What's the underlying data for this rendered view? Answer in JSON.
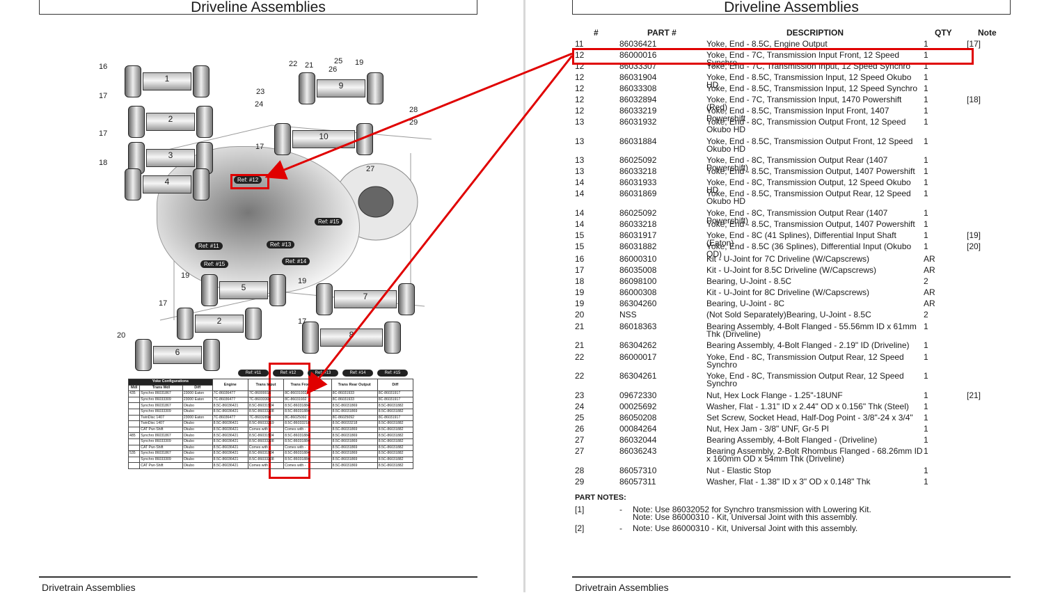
{
  "left_page": {
    "title": "Driveline Assemblies",
    "footer": "Drivetrain Assemblies",
    "diagram": {
      "shaft_numbers": [
        "1",
        "2",
        "3",
        "4",
        "9",
        "10",
        "5",
        "7",
        "2",
        "8",
        "6"
      ],
      "callouts": [
        "16",
        "17",
        "17",
        "18",
        "22",
        "21",
        "25",
        "26",
        "19",
        "23",
        "24",
        "28",
        "29",
        "17",
        "27",
        "19",
        "19",
        "17",
        "17",
        "20"
      ],
      "ref_tags": [
        "Ref: #12",
        "Ref: #15",
        "Ref: #11",
        "Ref: #13",
        "Ref: #15",
        "Ref: #14"
      ]
    },
    "yoke_table": {
      "ref_heads": [
        "Ref: #11",
        "Ref: #12",
        "Ref: #13",
        "Ref: #14",
        "Ref: #15"
      ],
      "config_title": "Yoke Configurations",
      "columns": [
        "Mdl",
        "Trans Mdl",
        "Diff",
        "Engine",
        "Trans Input",
        "Trans Front Output",
        "Trans Rear Output",
        "Diff"
      ],
      "rows": [
        [
          "435",
          "Synchro 86031867",
          "23000 Eaton",
          "7C-86036477",
          "7C-86000016",
          "8C-86031932",
          "8C-86031933",
          "8C-86031917"
        ],
        [
          "",
          "Synchro 86033309",
          "23000 Eaton",
          "7C-86036477",
          "7C-86033307",
          "8C-86031932",
          "8C-86031933",
          "8C-86031917"
        ],
        [
          "",
          "Synchro 86031867",
          "Okubo",
          "8.5C-86036421",
          "8.5C-86031904",
          "8.5C-86031884",
          "8.5C-86031869",
          "8.5C-86031882"
        ],
        [
          "",
          "Synchro 86033309",
          "Okubo",
          "8.5C-86036421",
          "8.5C-86033308",
          "8.5C-86031884",
          "8.5C-86031869",
          "8.5C-86031882"
        ],
        [
          "",
          "TwinDisc 1407",
          "23000 Eaton",
          "7C-86036477",
          "7C-86032894",
          "8C-86025092",
          "8C-86025092",
          "8C-86031917"
        ],
        [
          "",
          "TwinDisc 1407",
          "Okubo",
          "8.5C-86036421",
          "8.5C-86033219",
          "8.5C-86033218",
          "8.5C-86033218",
          "8.5C-86031882"
        ],
        [
          "",
          "CAT Pwr-Shift",
          "Okubo",
          "8.5C-86036421",
          "Comes with -",
          "Comes with -",
          "8.5C-86031869",
          "8.5C-86031882"
        ],
        [
          "485",
          "Synchro 86031867",
          "Okubo",
          "8.5C-86036421",
          "8.5C-86031904",
          "8.5C-86031884",
          "8.5C-86031869",
          "8.5C-86031882"
        ],
        [
          "",
          "Synchro 86033309",
          "Okubo",
          "8.5C-86036421",
          "8.5C-86033308",
          "8.5C-86031884",
          "8.5C-86031869",
          "8.5C-86031882"
        ],
        [
          "",
          "CAT Pwr-Shift",
          "Okubo",
          "8.5C-86036421",
          "Comes with -",
          "Comes with -",
          "8.5C-86031869",
          "8.5C-86031882"
        ],
        [
          "535",
          "Synchro 86031867",
          "Okubo",
          "8.5C-86036421",
          "8.5C-86031904",
          "8.5C-86031884",
          "8.5C-86031869",
          "8.5C-86031882"
        ],
        [
          "",
          "Synchro 86033309",
          "Okubo",
          "8.5C-86036421",
          "8.5C-86033308",
          "8.5C-86031884",
          "8.5C-86031869",
          "8.5C-86031882"
        ],
        [
          "",
          "CAT Pwr-Shift",
          "Okubo",
          "8.5C-86036421",
          "Comes with -",
          "Comes with -",
          "8.5C-86031869",
          "8.5C-86031882"
        ]
      ]
    }
  },
  "right_page": {
    "title": "Driveline Assemblies",
    "footer": "Drivetrain Assemblies",
    "headers": {
      "num": "#",
      "part": "PART #",
      "desc": "DESCRIPTION",
      "qty": "QTY",
      "note": "Note"
    },
    "rows": [
      {
        "num": "11",
        "part": "86036421",
        "desc": "Yoke, End - 8.5C, Engine Output",
        "qty": "1",
        "note": "[17]"
      },
      {
        "num": "12",
        "part": "86000016",
        "desc": "Yoke, End - 7C, Transmission Input Front, 12 Speed Synchro",
        "qty": "1",
        "note": ""
      },
      {
        "num": "12",
        "part": "86033307",
        "desc": "Yoke, End - 7C, Transmission Input, 12 Speed Synchro",
        "qty": "1",
        "note": ""
      },
      {
        "num": "12",
        "part": "86031904",
        "desc": "Yoke, End - 8.5C, Transmission Input, 12 Speed Okubo HD",
        "qty": "1",
        "note": ""
      },
      {
        "num": "12",
        "part": "86033308",
        "desc": "Yoke, End - 8.5C, Transmission Input, 12 Speed Synchro",
        "qty": "1",
        "note": ""
      },
      {
        "num": "12",
        "part": "86032894",
        "desc": "Yoke, End - 7C, Transmission Input, 1470 Powershift (Red)",
        "qty": "1",
        "note": "[18]"
      },
      {
        "num": "12",
        "part": "86033219",
        "desc": "Yoke, End - 8.5C, Transmission Input Front, 1407 Powershift",
        "qty": "1",
        "note": ""
      },
      {
        "num": "13",
        "part": "86031932",
        "desc": "Yoke, End - 8C, Transmission Output Front, 12 Speed Okubo HD",
        "qty": "1",
        "note": ""
      },
      {
        "num": "13",
        "part": "86031884",
        "desc": "Yoke, End - 8.5C, Transmission Output Front, 12 Speed Okubo HD",
        "qty": "1",
        "note": ""
      },
      {
        "num": "13",
        "part": "86025092",
        "desc": "Yoke, End - 8C, Transmission Output Rear (1407 Powershift)",
        "qty": "1",
        "note": ""
      },
      {
        "num": "13",
        "part": "86033218",
        "desc": "Yoke, End - 8.5C, Transmission Output, 1407 Powershift",
        "qty": "1",
        "note": ""
      },
      {
        "num": "14",
        "part": "86031933",
        "desc": "Yoke, End - 8C, Transmission Output, 12 Speed Okubo HD",
        "qty": "1",
        "note": ""
      },
      {
        "num": "14",
        "part": "86031869",
        "desc": "Yoke, End - 8.5C, Transmission Output Rear, 12 Speed Okubo HD",
        "qty": "1",
        "note": ""
      },
      {
        "num": "14",
        "part": "86025092",
        "desc": "Yoke, End - 8C, Transmission Output Rear (1407 Powershift)",
        "qty": "1",
        "note": ""
      },
      {
        "num": "14",
        "part": "86033218",
        "desc": "Yoke, End - 8.5C, Transmission Output, 1407 Powershift",
        "qty": "1",
        "note": ""
      },
      {
        "num": "15",
        "part": "86031917",
        "desc": "Yoke, End - 8C (41 Splines), Differential Input Shaft (Eaton)",
        "qty": "1",
        "note": "[19]"
      },
      {
        "num": "15",
        "part": "86031882",
        "desc": "Yoke, End - 8.5C (36 Splines), Differential Input (Okubo QD)",
        "qty": "1",
        "note": "[20]"
      },
      {
        "num": "16",
        "part": "86000310",
        "desc": "Kit - U-Joint for 7C Driveline (W/Capscrews)",
        "qty": "AR",
        "note": ""
      },
      {
        "num": "17",
        "part": "86035008",
        "desc": "Kit - U-Joint for 8.5C Driveline (W/Capscrews)",
        "qty": "AR",
        "note": ""
      },
      {
        "num": "18",
        "part": "86098100",
        "desc": "Bearing, U-Joint - 8.5C",
        "qty": "2",
        "note": ""
      },
      {
        "num": "19",
        "part": "86000308",
        "desc": "Kit - U-Joint for 8C Driveline (W/Capscrews)",
        "qty": "AR",
        "note": ""
      },
      {
        "num": "19",
        "part": "86304260",
        "desc": "Bearing, U-Joint - 8C",
        "qty": "AR",
        "note": ""
      },
      {
        "num": "20",
        "part": "NSS",
        "desc": "(Not Sold Separately)Bearing, U-Joint - 8.5C",
        "qty": "2",
        "note": ""
      },
      {
        "num": "21",
        "part": "86018363",
        "desc": "Bearing Assembly, 4-Bolt Flanged - 55.56mm ID x 61mm Thk (Driveline)",
        "qty": "1",
        "note": ""
      },
      {
        "num": "21",
        "part": "86304262",
        "desc": "Bearing Assembly, 4-Bolt Flanged - 2.19\" ID (Driveline)",
        "qty": "1",
        "note": ""
      },
      {
        "num": "22",
        "part": "86000017",
        "desc": "Yoke, End - 8C,  Transmission Output Rear, 12 Speed Synchro",
        "qty": "1",
        "note": ""
      },
      {
        "num": "22",
        "part": "86304261",
        "desc": "Yoke, End - 8C,  Transmission Output Rear, 12 Speed Synchro",
        "qty": "1",
        "note": ""
      },
      {
        "num": "23",
        "part": "09672330",
        "desc": "Nut, Hex Lock Flange - 1.25\"-18UNF",
        "qty": "1",
        "note": "[21]"
      },
      {
        "num": "24",
        "part": "00025692",
        "desc": "Washer, Flat - 1.31\" ID x 2.44\" OD x 0.156\" Thk (Steel)",
        "qty": "1",
        "note": ""
      },
      {
        "num": "25",
        "part": "86050208",
        "desc": "Set Screw, Socket Head, Half-Dog Point - 3/8\"-24 x 3/4\"",
        "qty": "1",
        "note": ""
      },
      {
        "num": "26",
        "part": "00084264",
        "desc": "Nut, Hex Jam - 3/8\" UNF, Gr-5 Pl",
        "qty": "1",
        "note": ""
      },
      {
        "num": "27",
        "part": "86032044",
        "desc": "Bearing Assembly, 4-Bolt Flanged - (Driveline)",
        "qty": "1",
        "note": ""
      },
      {
        "num": "27",
        "part": "86036243",
        "desc": "Bearing Assembly, 2-Bolt Rhombus Flanged - 68.26mm ID x 160mm OD x 54mm Thk (Driveline)",
        "qty": "1",
        "note": ""
      },
      {
        "num": "28",
        "part": "86057310",
        "desc": "Nut - Elastic Stop",
        "qty": "1",
        "note": ""
      },
      {
        "num": "29",
        "part": "86057311",
        "desc": "Washer, Flat - 1.38\" ID x 3\" OD x 0.148\" Thk",
        "qty": "1",
        "note": ""
      }
    ],
    "part_notes_title": "PART NOTES:",
    "notes": [
      {
        "id": "[1]",
        "dash": "-",
        "lines": [
          "Note: Use 86032052 for Synchro transmission with Lowering Kit.",
          "Note: Use 86000310 - Kit, Universal Joint with this assembly."
        ]
      },
      {
        "id": "[2]",
        "dash": "-",
        "lines": [
          "Note: Use 86000310 - Kit, Universal Joint with this assembly."
        ]
      }
    ]
  },
  "colors": {
    "highlight": "#e00000",
    "text": "#1a1a1a"
  }
}
